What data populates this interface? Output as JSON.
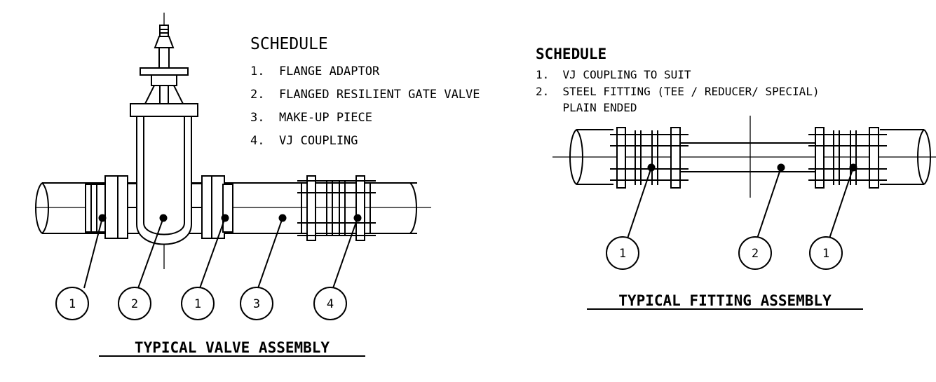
{
  "valve_assembly": {
    "schedule_title": "SCHEDULE",
    "schedule_items": [
      "1.  FLANGE ADAPTOR",
      "2.  FLANGED RESILIENT GATE VALVE",
      "3.  MAKE-UP PIECE",
      "4.  VJ COUPLING"
    ],
    "callouts": [
      "1",
      "2",
      "1",
      "3",
      "4"
    ],
    "caption": "TYPICAL VALVE ASSEMBLY"
  },
  "fitting_assembly": {
    "schedule_title": "SCHEDULE",
    "schedule_items": [
      "1.  VJ COUPLING TO SUIT",
      "2.  STEEL FITTING (TEE / REDUCER/ SPECIAL)",
      "    PLAIN ENDED"
    ],
    "callouts": [
      "1",
      "2",
      "1"
    ],
    "caption": "TYPICAL FITTING ASSEMBLY"
  }
}
